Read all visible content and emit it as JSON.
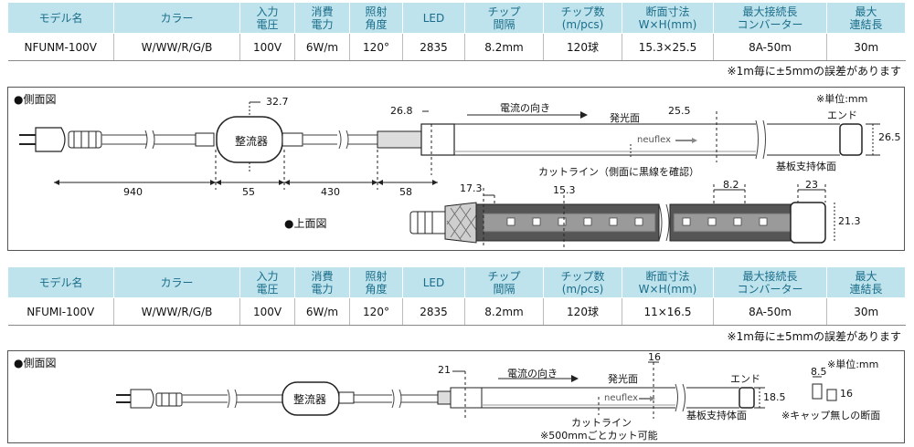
{
  "table1": {
    "headers": [
      "モデル名",
      "カラー",
      "入力\n電圧",
      "消費\n電力",
      "照射\n角度",
      "LED",
      "チップ\n間隔",
      "チップ数\n(m/pcs)",
      "断面寸法\nW×H(mm)",
      "最大接続長\nコンバーター",
      "最大\n連結長"
    ],
    "row": [
      "NFUNM-100V",
      "W/WW/R/G/B",
      "100V",
      "6W/m",
      "120°",
      "2835",
      "8.2mm",
      "120球",
      "15.3×25.5",
      "8A-50m",
      "30m"
    ]
  },
  "note1": "※1m毎に±5mmの誤差があります",
  "diagram1": {
    "side_title": "●側面図",
    "top_title": "●上面図",
    "unit": "※単位:mm",
    "converter": "整流器",
    "current_dir": "電流の向き",
    "emit_face": "発光面",
    "end": "エンド",
    "neuflex": "neuflex",
    "cut_line": "カットライン（側面に黒線を確認）",
    "base_face": "基板支持体面",
    "dims": {
      "d32_7": "32.7",
      "d26_8": "26.8",
      "d25_5": "25.5",
      "d26_5": "26.5",
      "d940": "940",
      "d55": "55",
      "d430": "430",
      "d58": "58",
      "d17_3": "17.3",
      "d15_3": "15.3",
      "d8_2": "8.2",
      "d23": "23",
      "d21_3": "21.3"
    }
  },
  "table2": {
    "headers": [
      "モデル名",
      "カラー",
      "入力\n電圧",
      "消費\n電力",
      "照射\n角度",
      "LED",
      "チップ\n間隔",
      "チップ数\n(m/pcs)",
      "断面寸法\nW×H(mm)",
      "最大接続長\nコンバーター",
      "最大\n連結長"
    ],
    "row": [
      "NFUMI-100V",
      "W/WW/R/G/B",
      "100V",
      "6W/m",
      "120°",
      "2835",
      "8.2mm",
      "120球",
      "11×16.5",
      "8A-50m",
      "30m"
    ]
  },
  "note2": "※1m毎に±5mmの誤差があります",
  "diagram2": {
    "side_title": "●側面図",
    "unit": "※単位:mm",
    "converter": "整流器",
    "current_dir": "電流の向き",
    "emit_face": "発光面",
    "end": "エンド",
    "neuflex": "neuflex",
    "cut_line": "カットライン",
    "cut_note": "※500mmごとカット可能",
    "base_face": "基板支持体面",
    "no_cap": "※キャップ無しの断面",
    "dims": {
      "d21": "21",
      "d16": "16",
      "d18_5": "18.5",
      "d8_5": "8.5",
      "d16b": "16"
    }
  },
  "colors": {
    "header_bg": "#bfe3ec",
    "header_text": "#1a6d8a",
    "cable": "#666666"
  }
}
